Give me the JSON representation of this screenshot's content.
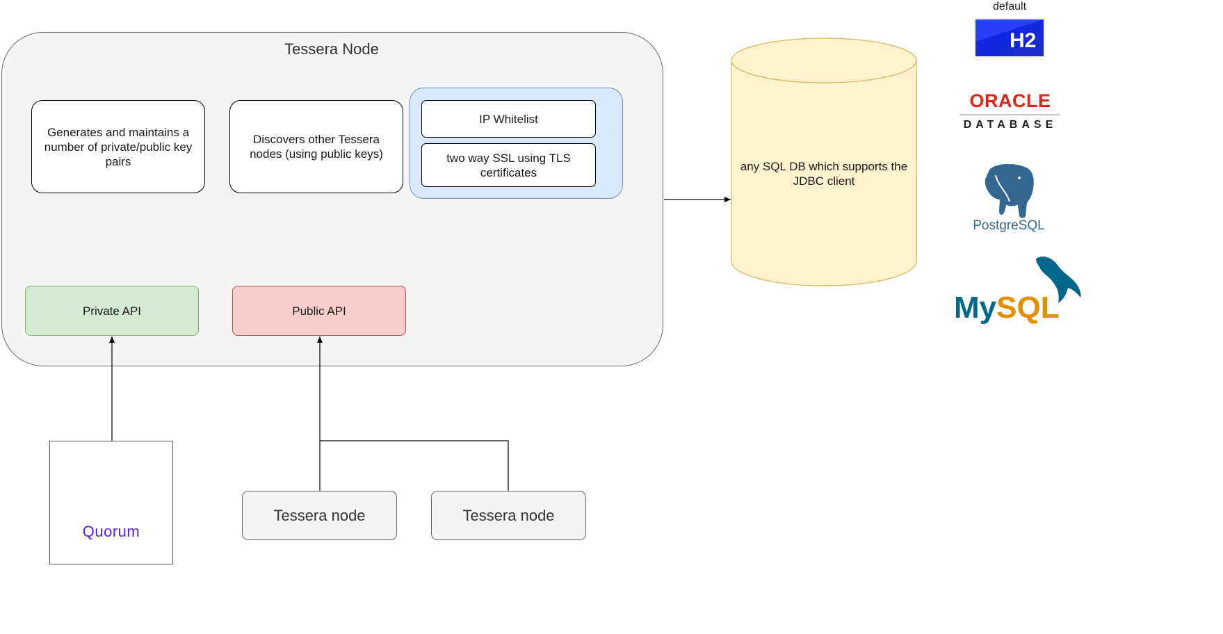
{
  "container": {
    "title": "Tessera Node"
  },
  "boxes": {
    "keys": "Generates and maintains a number of private/public key pairs",
    "discovery": "Discovers other Tessera nodes (using public keys)",
    "ip_whitelist": "IP Whitelist",
    "ssl": "two way SSL using TLS certificates"
  },
  "apis": {
    "private": "Private API",
    "public": "Public API"
  },
  "database": {
    "label": "any SQL DB which supports the JDBC client"
  },
  "peers": [
    {
      "label": "Tessera node"
    },
    {
      "label": "Tessera node"
    }
  ],
  "quorum": {
    "label": "Quorum",
    "color_purple": "#5a1ee6",
    "color_green": "#1fd39a"
  },
  "logos": {
    "default_label": "default",
    "h2": "H2",
    "oracle_line1": "ORACLE",
    "oracle_line2": "DATABASE",
    "postgres": "PostgreSQL",
    "mysql_my": "My",
    "mysql_sql": "SQL"
  },
  "colors": {
    "db_fill": "#fff2cc",
    "db_stroke": "#d6b656",
    "oracle_red": "#e2231a",
    "mysql_blue": "#00678c",
    "mysql_orange": "#e48e00",
    "postgres_blue": "#336791",
    "h2_blue": "#1a2fe8"
  }
}
